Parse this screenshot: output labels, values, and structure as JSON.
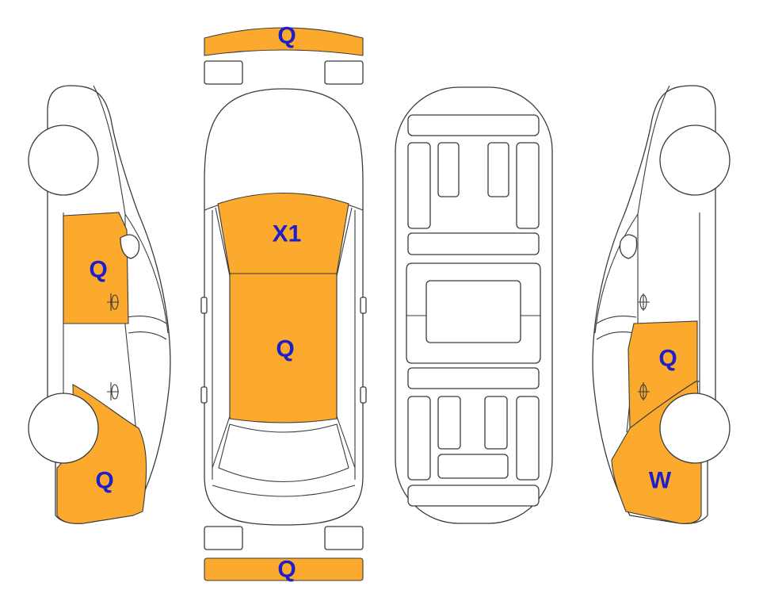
{
  "colors": {
    "damage_fill": "#FBAA2E",
    "label_text": "#1F1FC7",
    "outline": "#3a3a3a"
  },
  "labels": {
    "front_bumper": "Q",
    "rear_bumper": "Q",
    "hood": "X1",
    "roof": "Q",
    "left_front_door": "Q",
    "left_front_fender": "Q",
    "right_front_door": "Q",
    "right_front_fender": "W"
  }
}
